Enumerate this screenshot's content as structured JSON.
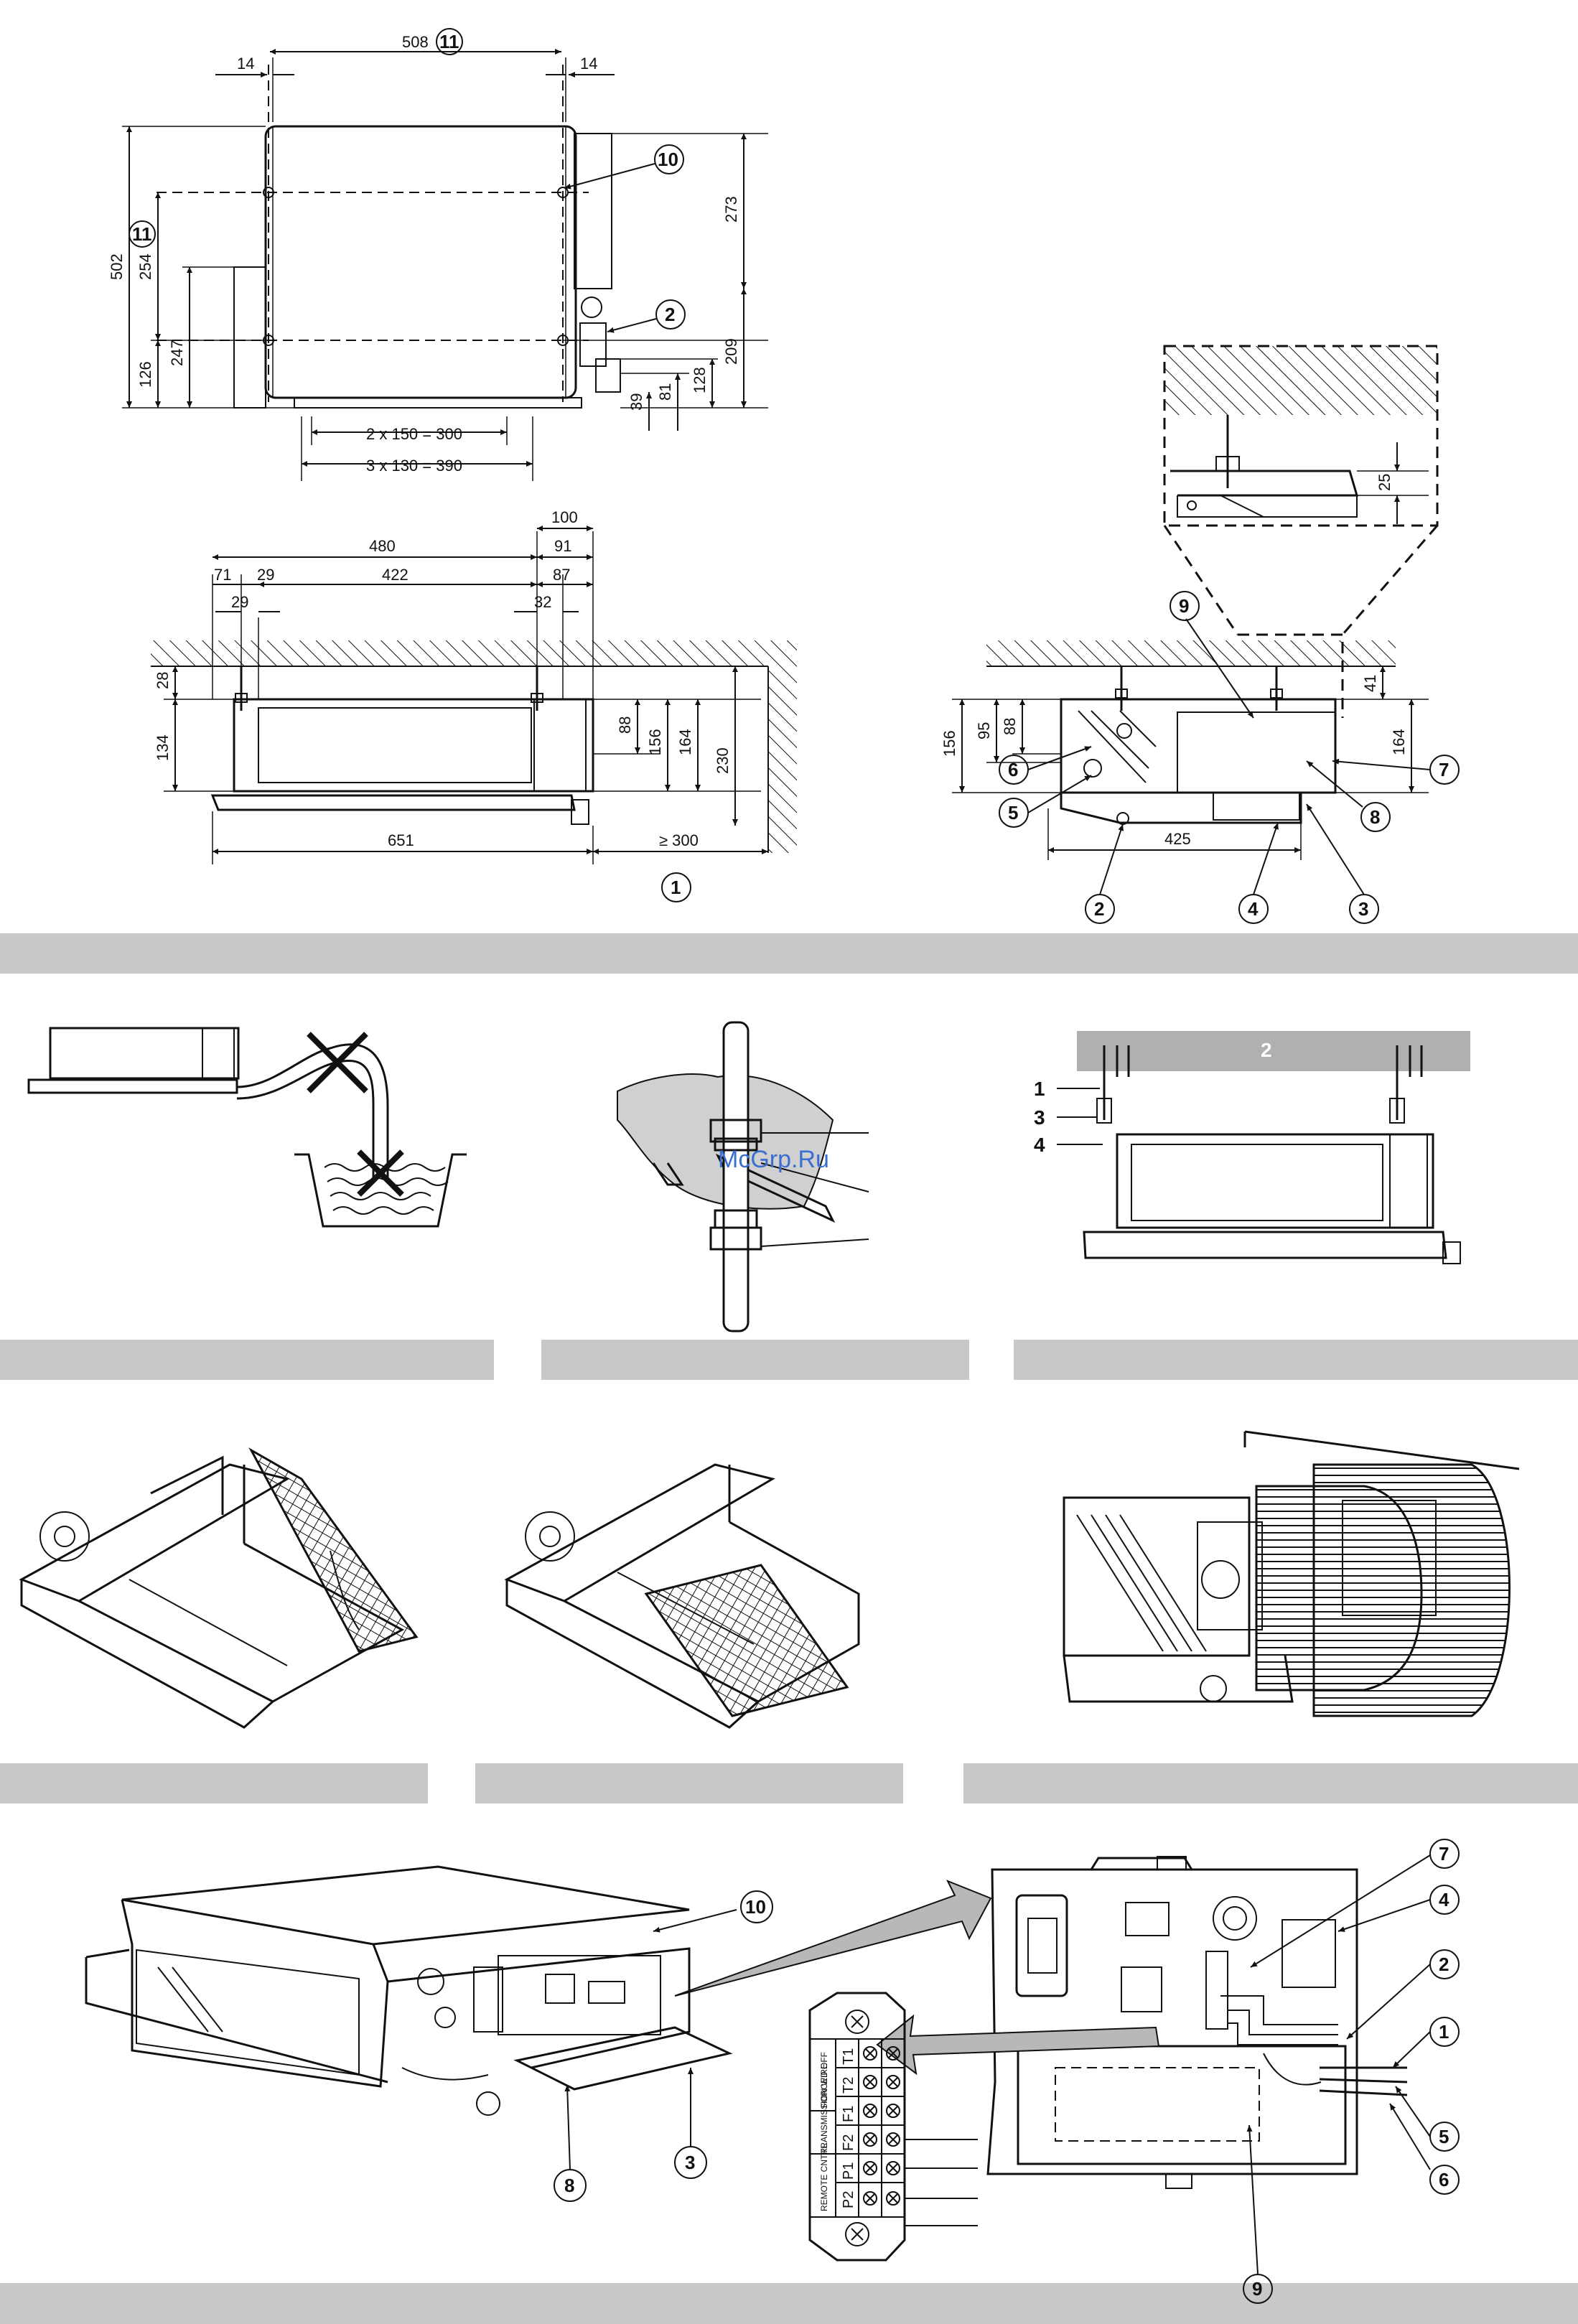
{
  "drawing1": {
    "dims": {
      "width_top": "508",
      "inset_left": "14",
      "inset_right": "14",
      "height_total": "502",
      "height_254": "254",
      "height_247": "247",
      "height_126": "126",
      "height_273": "273",
      "height_209": "209",
      "height_128": "128",
      "height_81": "81",
      "height_39": "39",
      "holes_2x150": "2 x 150 = 300",
      "holes_3x130": "3 x 130 = 390"
    },
    "callouts": {
      "c11_top": "11",
      "c11_left": "11",
      "c10": "10",
      "c2": "2"
    }
  },
  "drawing2": {
    "dims": {
      "d100": "100",
      "d480": "480",
      "d91": "91",
      "d71": "71",
      "d29a": "29",
      "d422": "422",
      "d87": "87",
      "d29b": "29",
      "d32": "32",
      "d28": "28",
      "d134": "134",
      "d88": "88",
      "d156": "156",
      "d164": "164",
      "d230": "230",
      "d651": "651",
      "d300": "≥ 300"
    },
    "callouts": {
      "c1": "1"
    }
  },
  "drawing3": {
    "dims": {
      "d25": "25",
      "d156": "156",
      "d95": "95",
      "d88": "88",
      "d41": "41",
      "d164": "164",
      "d425": "425"
    },
    "callouts": {
      "c9": "9",
      "c7": "7",
      "c6": "6",
      "c5": "5",
      "c8": "8",
      "c2": "2",
      "c4": "4",
      "c3": "3"
    }
  },
  "drawing4": {
    "watermark": "McGrp.Ru",
    "labels": {
      "l1": "1",
      "l3": "3",
      "l4": "4",
      "ceiling": "2"
    }
  },
  "drawing5": {
    "callouts": {
      "c7": "7",
      "c4": "4",
      "c2": "2",
      "c1": "1",
      "c5": "5",
      "c6": "6",
      "c9": "9",
      "c10": "10",
      "c8": "8",
      "c3": "3"
    },
    "terminal": {
      "forced_off": "FORCED OFF",
      "transmission": "TRANSMISSION WIRE",
      "remote_cntrl": "REMOTE CNTRL",
      "t1": "T1",
      "t2": "T2",
      "f1": "F1",
      "f2": "F2",
      "p1": "P1",
      "p2": "P2"
    }
  },
  "colors": {
    "band": "#c8c8c8",
    "ink": "#111111",
    "watermark": "#3a6fd0"
  }
}
